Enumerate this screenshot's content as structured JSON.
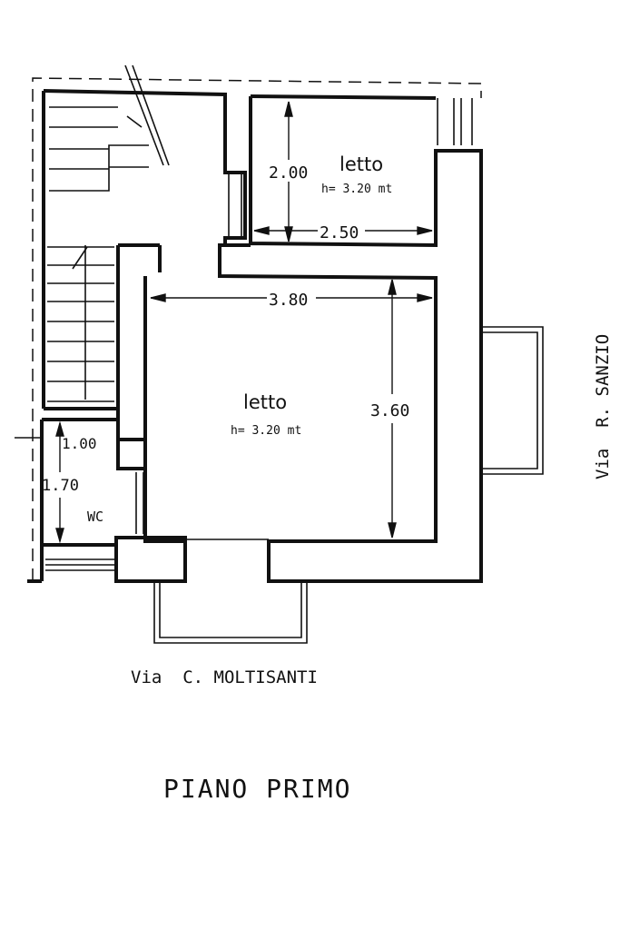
{
  "plan": {
    "title": "PIANO PRIMO",
    "street_bottom": "Via  C. MOLTISANTI",
    "street_right": "Via  R. SANZIO",
    "ink_color": "#111111",
    "rooms": [
      {
        "name": "letto",
        "height": "h= 3.20 mt"
      },
      {
        "name": "letto",
        "height": "h= 3.20 mt"
      },
      {
        "name": "WC"
      }
    ],
    "dimensions": [
      "2.00",
      "2.50",
      "3.80",
      "3.60",
      "1.00",
      "1.70"
    ]
  }
}
